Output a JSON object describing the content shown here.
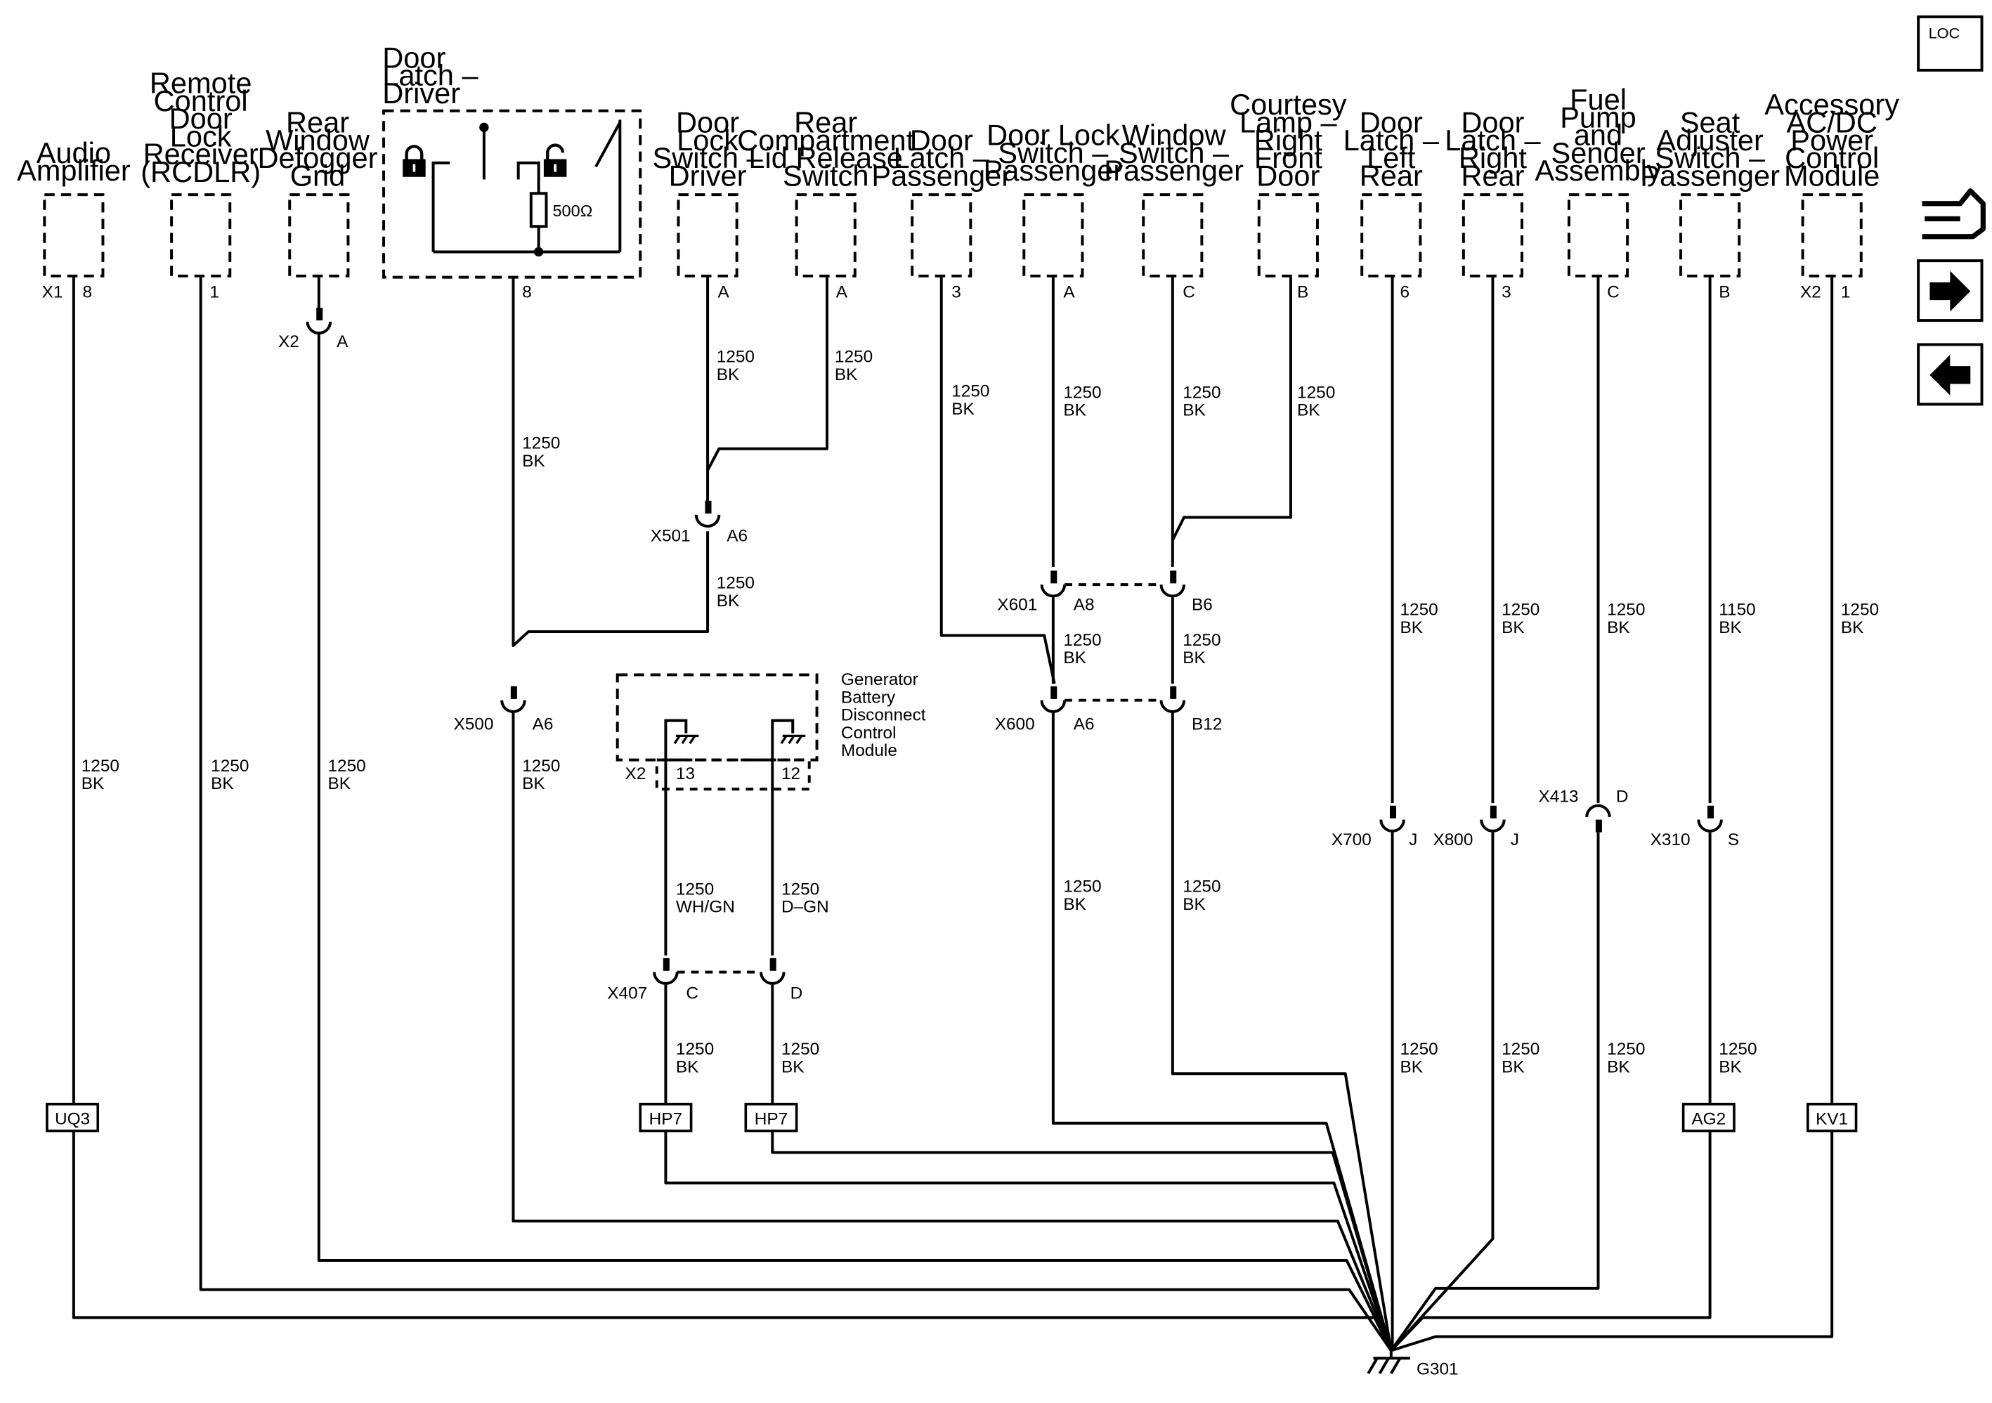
{
  "components": [
    {
      "name_lines": [
        "Audio",
        "Amplifier"
      ],
      "connector": "X1",
      "pin": "8",
      "wire": [
        "1250",
        "BK"
      ]
    },
    {
      "name_lines": [
        "Remote",
        "Control",
        "Door",
        "Lock",
        "Receiver",
        "(RCDLR)"
      ],
      "pin": "1",
      "wire": [
        "1250",
        "BK"
      ]
    },
    {
      "name_lines": [
        "Rear",
        "Window",
        "Defogger",
        "Grid"
      ],
      "inline": [
        "X2",
        "A"
      ],
      "wire": [
        "1250",
        "BK"
      ]
    },
    {
      "name_lines": [
        "Door",
        "Latch –",
        "Driver"
      ],
      "pin": "8",
      "wire_upper": [
        "1250",
        "BK"
      ],
      "inline": [
        "X500",
        "A6"
      ],
      "wire": [
        "1250",
        "BK"
      ]
    },
    {
      "name_lines": [
        "Door",
        "Lock",
        "Switch –",
        "Driver"
      ],
      "pin": "A",
      "wire_upper": [
        "1250",
        "BK"
      ]
    },
    {
      "name_lines": [
        "Rear",
        "Compartment",
        "Lid Release",
        "Switch"
      ],
      "pin": "A",
      "wire_upper": [
        "1250",
        "BK"
      ]
    },
    {
      "name_lines": [
        "Door",
        "Latch –",
        "Passenger"
      ],
      "pin": "3",
      "wire_upper": [
        "1250",
        "BK"
      ]
    },
    {
      "name_lines": [
        "Door Lock",
        "Switch –",
        "Passenger"
      ],
      "pin": "A",
      "wire_upper": [
        "1250",
        "BK"
      ]
    },
    {
      "name_lines": [
        "Window",
        "Switch –",
        "Passenger"
      ],
      "pin": "C",
      "wire_upper": [
        "1250",
        "BK"
      ]
    },
    {
      "name_lines": [
        "Courtesy",
        "Lamp –",
        "Right",
        "Front",
        "Door"
      ],
      "pin": "B",
      "wire_upper": [
        "1250",
        "BK"
      ]
    },
    {
      "name_lines": [
        "Door",
        "Latch –",
        "Left",
        "Rear"
      ],
      "pin": "6",
      "wire_upper": [
        "1250",
        "BK"
      ],
      "inline": [
        "X700",
        "J"
      ],
      "wire": [
        "1250",
        "BK"
      ]
    },
    {
      "name_lines": [
        "Door",
        "Latch –",
        "Right",
        "Rear"
      ],
      "pin": "3",
      "wire_upper": [
        "1250",
        "BK"
      ],
      "inline": [
        "X800",
        "J"
      ],
      "wire": [
        "1250",
        "BK"
      ]
    },
    {
      "name_lines": [
        "Fuel",
        "Pump",
        "and",
        "Sender",
        "Assembly"
      ],
      "pin": "C",
      "wire_upper": [
        "1250",
        "BK"
      ],
      "inline": [
        "X413",
        "D"
      ],
      "wire": [
        "1250",
        "BK"
      ]
    },
    {
      "name_lines": [
        "Seat",
        "Adjuster",
        "Switch –",
        "Passenger"
      ],
      "pin": "B",
      "wire_upper": [
        "1150",
        "BK"
      ],
      "inline": [
        "X310",
        "S"
      ],
      "wire": [
        "1250",
        "BK"
      ]
    },
    {
      "name_lines": [
        "Accessory",
        "AC/DC",
        "Power",
        "Control",
        "Module"
      ],
      "connector": "X2",
      "pin": "1",
      "wire": [
        "1250",
        "BK"
      ]
    }
  ],
  "splices": {
    "x501": [
      "X501",
      "A6"
    ],
    "x501_wire": [
      "1250",
      "BK"
    ],
    "x601": [
      "X601",
      "A8",
      "B6"
    ],
    "x600": [
      "X600",
      "A6",
      "B12"
    ],
    "x600_wires": [
      [
        "1250",
        "BK"
      ],
      [
        "1250",
        "BK"
      ]
    ],
    "x600_lower_wires": [
      [
        "1250",
        "BK"
      ],
      [
        "1250",
        "BK"
      ]
    ]
  },
  "generator": {
    "name_lines": [
      "Generator",
      "Battery",
      "Disconnect",
      "Control",
      "Module"
    ],
    "connector": "X2",
    "pins": [
      "13",
      "12"
    ],
    "wires": [
      [
        "1250",
        "WH/GN"
      ],
      [
        "1250",
        "D–GN"
      ]
    ],
    "inline": [
      "X407",
      "C",
      "D"
    ],
    "lower_wires": [
      [
        "1250",
        "BK"
      ],
      [
        "1250",
        "BK"
      ]
    ]
  },
  "door_latch_driver": {
    "resistor": "500Ω"
  },
  "options": [
    "UQ3",
    "HP7",
    "HP7",
    "AG2",
    "KV1"
  ],
  "ground": "G301",
  "nav": {
    "loc": "LOC"
  }
}
